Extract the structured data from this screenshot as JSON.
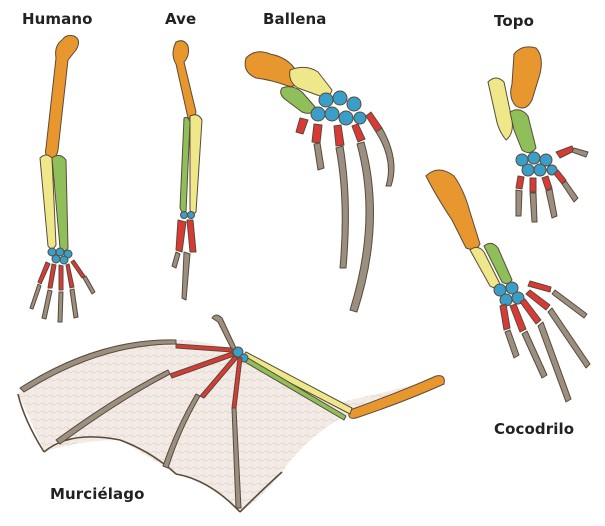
{
  "labels": {
    "humano": "Humano",
    "ave": "Ave",
    "ballena": "Ballena",
    "topo": "Topo",
    "cocodrilo": "Cocodrilo",
    "murcielago": "Murciélago"
  },
  "bone_colors": {
    "humerus": "#e8962e",
    "radius": "#efe88a",
    "ulna": "#8fbf5a",
    "carpals": "#3a9fc8",
    "metacarpals": "#d83a35",
    "phalanges": "#9a8f80",
    "outline": "#5a4a3a"
  },
  "membrane_color": "#f3ece6"
}
